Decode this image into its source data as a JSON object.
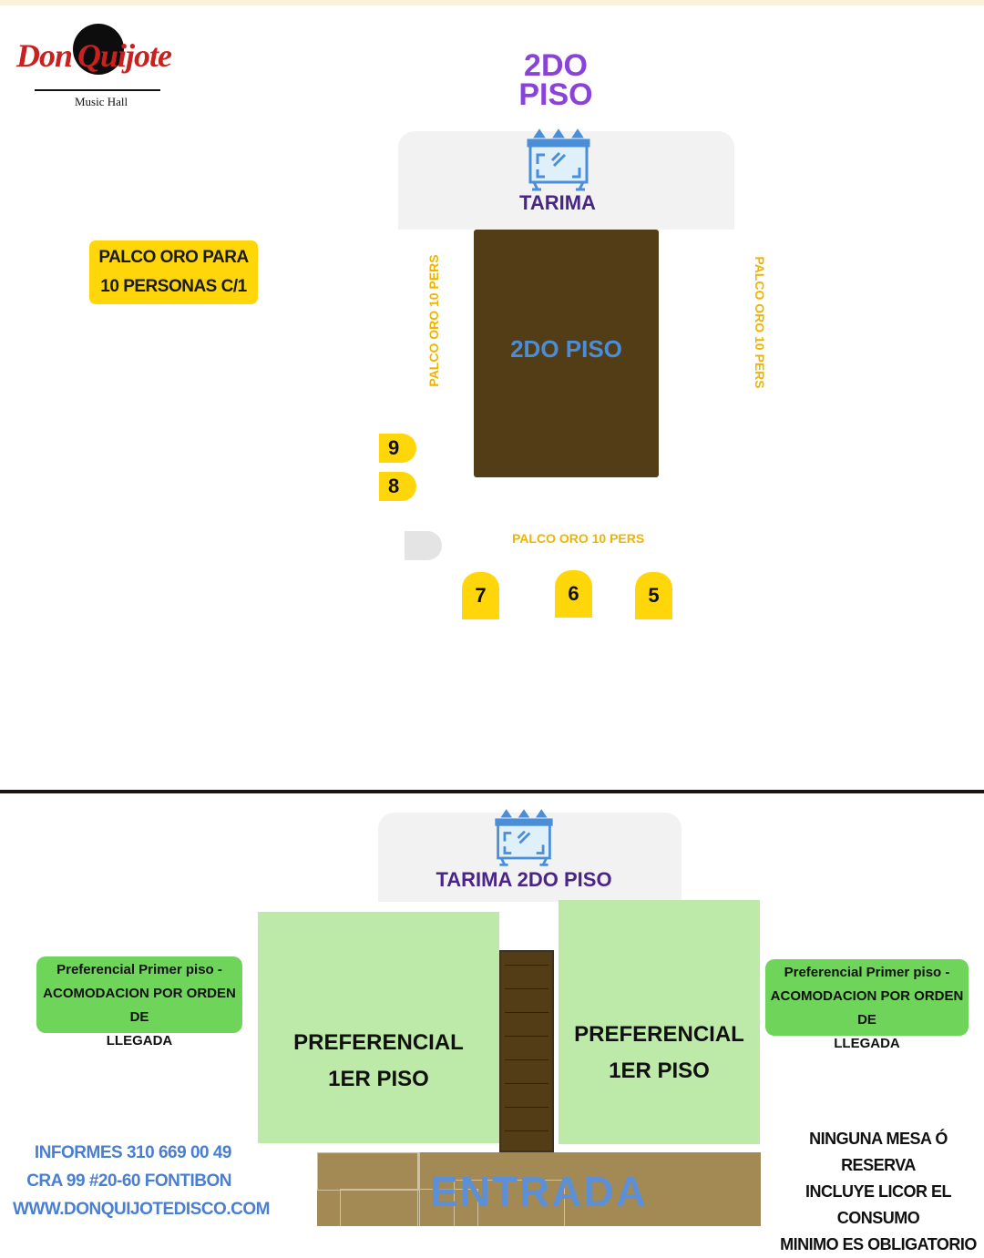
{
  "brand": {
    "name_part1": "Don",
    "name_part2": "Quijote",
    "subtitle": "Music Hall"
  },
  "floor_title": {
    "line1": "2DO",
    "line2": "PISO"
  },
  "second_floor": {
    "stage_label": "TARIMA",
    "dancefloor_label": "2DO PISO",
    "gold_box_label_line1": "PALCO  ORO  PARA",
    "gold_box_label_line2": "10 PERSONAS C/1",
    "left_palco_label": "PALCO  ORO 10 PERS",
    "right_palco_label": "PALCO  ORO 10 PERS",
    "bottom_palco_label": "PALCO  ORO 10 PERS",
    "booths": [
      "9",
      "8",
      "7",
      "6",
      "5"
    ]
  },
  "first_floor": {
    "stage_label": "TARIMA 2DO PISO",
    "left_area_line1": "PREFERENCIAL",
    "left_area_line2": "1ER PISO",
    "right_area_line1": "PREFERENCIAL",
    "right_area_line2": "1ER PISO",
    "left_tag_line1": "Preferencial Primer piso -",
    "left_tag_line2": "ACOMODACION POR ORDEN DE",
    "left_tag_line3": "LLEGADA",
    "right_tag_line1": "Preferencial Primer piso -",
    "right_tag_line2": "ACOMODACION POR ORDEN DE",
    "right_tag_line3": "LLEGADA",
    "entrance_label": "ENTRADA"
  },
  "info": {
    "phone": "INFORMES 310 669 00 49",
    "address": "CRA 99 #20-60 FONTIBON",
    "website": "WWW.DONQUIJOTEDISCO.COM"
  },
  "notice": {
    "line1": "NINGUNA MESA Ó RESERVA",
    "line2": "INCLUYE LICOR EL CONSUMO",
    "line3": "MINIMO ES OBLIGATORIO"
  },
  "colors": {
    "accent_purple": "#8a43d9",
    "gold": "#ffd60a",
    "green": "#bdeaa8",
    "dancefloor_brown": "#523d17",
    "info_blue": "#4a7fd0"
  }
}
